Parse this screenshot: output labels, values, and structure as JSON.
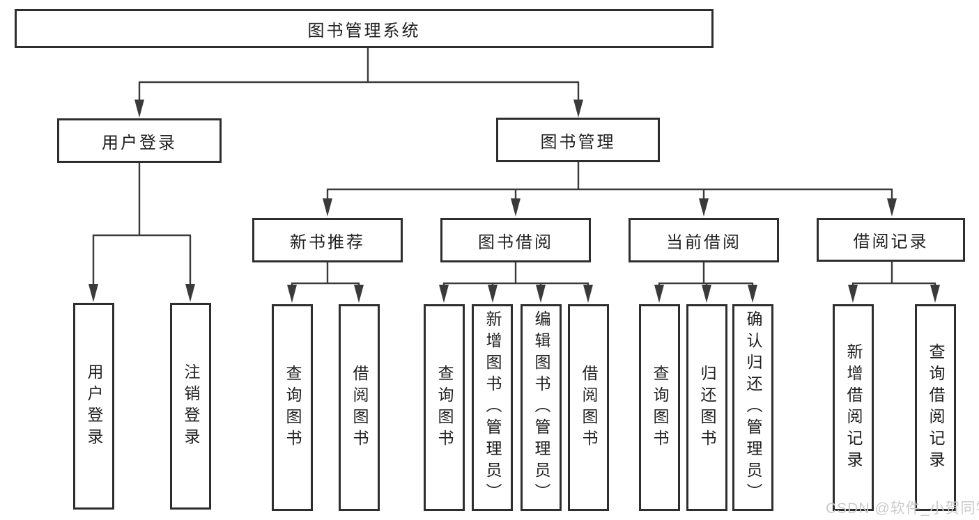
{
  "title": "图书管理系统",
  "branches": [
    {
      "label": "用户登录",
      "leaves": [
        "用户登录",
        "注销登录"
      ]
    },
    {
      "label": "图书管理"
    }
  ],
  "modules": [
    {
      "label": "新书推荐",
      "leaves": [
        "查询图书",
        "借阅图书"
      ]
    },
    {
      "label": "图书借阅",
      "leaves": [
        "查询图书",
        "新增图书（管理员）",
        "编辑图书（管理员）",
        "借阅图书"
      ]
    },
    {
      "label": "当前借阅",
      "leaves": [
        "查询图书",
        "归还图书",
        "确认归还（管理员）"
      ]
    },
    {
      "label": "借阅记录",
      "leaves": [
        "新增借阅记录",
        "查询借阅记录"
      ]
    }
  ],
  "watermark": "CSDN @软件_小贺同学",
  "colors": {
    "line": "#3a3a3a",
    "text": "#1f1f1f",
    "box-border": "#2e2e2e",
    "watermark": "#cbcbcb"
  }
}
